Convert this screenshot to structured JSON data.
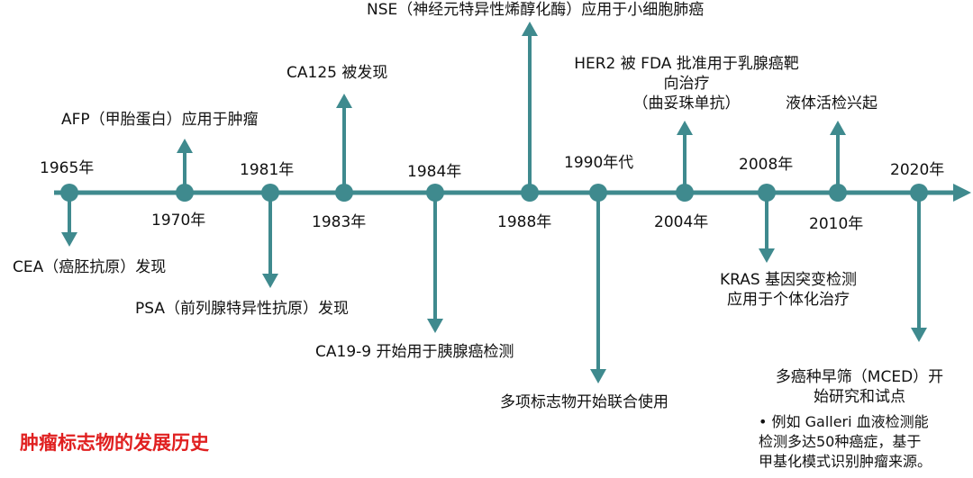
{
  "title": "肿瘤标志物的发展历史",
  "colors": {
    "axis": "#3f8a8e",
    "title": "#e02020"
  },
  "events": [
    {
      "year": "1965年",
      "desc": "CEA（癌胚抗原）发现"
    },
    {
      "year": "1970年",
      "desc": "AFP（甲胎蛋白）应用于肿瘤"
    },
    {
      "year": "1981年",
      "desc": "PSA（前列腺特异性抗原）发现"
    },
    {
      "year": "1983年",
      "desc": "CA125 被发现"
    },
    {
      "year": "1984年",
      "desc": "CA19-9 开始用于胰腺癌检测"
    },
    {
      "year": "1988年",
      "desc": "NSE（神经元特异性烯醇化酶）应用于小细胞肺癌"
    },
    {
      "year": "1990年代",
      "desc": "多项标志物开始联合使用"
    },
    {
      "year": "2004年",
      "desc_lines": [
        "HER2 被 FDA 批准用于乳腺癌靶",
        "向治疗",
        "（曲妥珠单抗）"
      ]
    },
    {
      "year": "2008年",
      "desc_lines": [
        "KRAS 基因突变检测",
        "应用于个体化治疗"
      ]
    },
    {
      "year": "2010年",
      "desc": "液体活检兴起"
    },
    {
      "year": "2020年",
      "desc_lines": [
        "多癌种早筛（MCED）开",
        "始研究和试点"
      ],
      "note_lines": [
        "• 例如 Galleri 血液检测能",
        "检测多达50种癌症，基于",
        "甲基化模式识别肿瘤来源。"
      ]
    }
  ]
}
